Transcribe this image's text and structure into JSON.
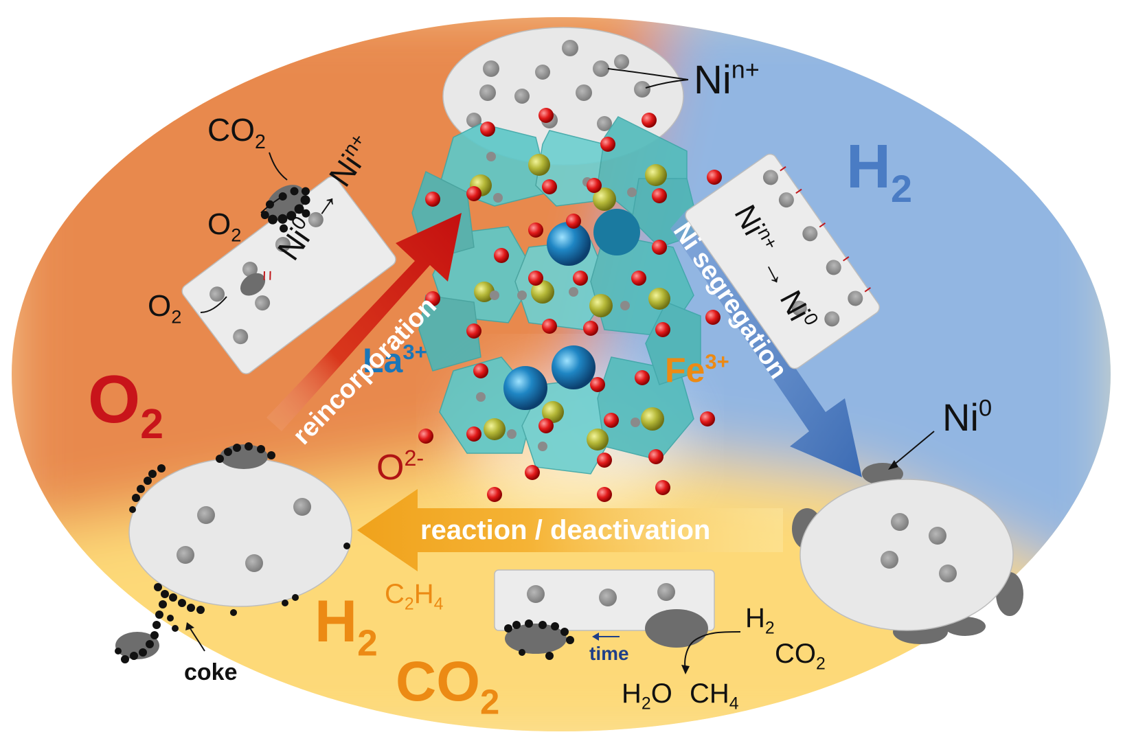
{
  "colors": {
    "oxidizing": "#e98a4e",
    "reducing": "#8fb4e0",
    "reaction": "#fde18a",
    "reincorporation_arrow": "#cc1414",
    "segregation_arrow": "#3f6fb5",
    "deactivation_arrow": "#f2a51c",
    "octahedra": "#5fc6c6",
    "la_ion": "#1a78b8",
    "fe_ion": "#a9ae2e",
    "oxygen": "#e01b1b",
    "nickel": "#8a8a8a",
    "coke": "#111111"
  },
  "labels": {
    "gas_o2_large": {
      "main": "O",
      "sub": "2"
    },
    "gas_h2_large": {
      "main": "H",
      "sub": "2"
    },
    "gas_h2_orange": {
      "main": "H",
      "sub": "2"
    },
    "gas_co2_orange": {
      "main": "CO",
      "sub": "2"
    },
    "c2h4": {
      "a": "C",
      "s1": "2",
      "b": "H",
      "s2": "4"
    },
    "co2_small": {
      "main": "CO",
      "sub": "2"
    },
    "o2_small_top": {
      "main": "O",
      "sub": "2"
    },
    "o2_small_bottom": {
      "main": "O",
      "sub": "2"
    },
    "ni_n_plus_top": {
      "main": "Ni",
      "sup": "n+"
    },
    "ni_zero_right": {
      "main": "Ni",
      "sup": "0"
    },
    "la_ion": {
      "main": "La",
      "sup": "3+"
    },
    "fe_ion": {
      "main": "Fe",
      "sup": "3+"
    },
    "o_ion": {
      "main": "O",
      "sup": "2-"
    },
    "coke": "coke",
    "time": "time",
    "h2_products": {
      "main": "H",
      "sub": "2"
    },
    "co2_products": {
      "main": "CO",
      "sub": "2"
    },
    "h2o": {
      "a": "H",
      "s": "2",
      "b": "O"
    },
    "ch4": {
      "main": "CH",
      "sub": "4"
    },
    "left_card": {
      "ni0": "Ni",
      "sup0": "0",
      "arrow": "→",
      "nin": "Ni",
      "supn": "n+"
    },
    "right_card": {
      "nin": "Ni",
      "supn": "n+",
      "arrow": "→",
      "ni0": "Ni",
      "sup0": "0"
    }
  },
  "arrows": {
    "reincorporation": "reincorporation",
    "segregation": "Ni segregation",
    "deactivation": "reaction / deactivation"
  }
}
